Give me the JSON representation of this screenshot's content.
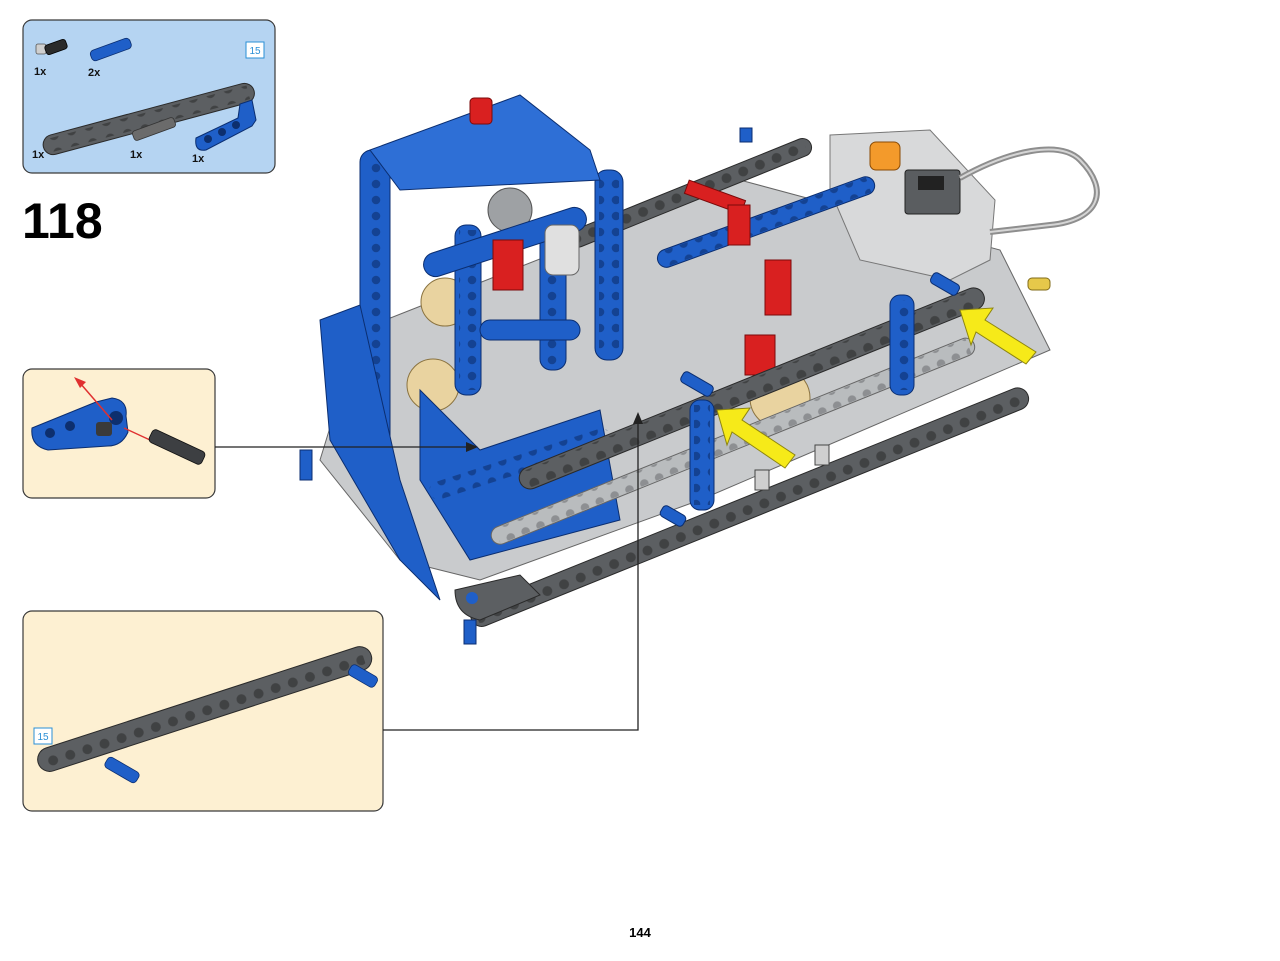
{
  "parts_list": {
    "length_badge": "15",
    "items": [
      {
        "qty": "1x",
        "part": "black-axle-pin",
        "color": "#2b2b2b"
      },
      {
        "qty": "2x",
        "part": "blue-pin",
        "color": "#1f5fc8"
      },
      {
        "qty": "1x",
        "part": "dark-gray-beam-15",
        "color": "#5c5f62"
      },
      {
        "qty": "1x",
        "part": "dark-gray-axle-pin",
        "color": "#6b6b6b"
      },
      {
        "qty": "1x",
        "part": "blue-angled-beam",
        "color": "#1f5fc8"
      }
    ]
  },
  "step_number": "118",
  "sub_assembly": {
    "length_badge": "15"
  },
  "page_number": "144",
  "colors": {
    "parts_bg": "#b5d4f2",
    "callout_bg": "#fdf0d2",
    "lego_blue": "#1f5fc8",
    "dark_gray": "#5c5f62",
    "light_gray": "#b9bcbe",
    "red": "#d92020",
    "tan": "#e9d3a0",
    "arrow_yellow": "#f6ea19",
    "arrow_red": "#e03030"
  }
}
